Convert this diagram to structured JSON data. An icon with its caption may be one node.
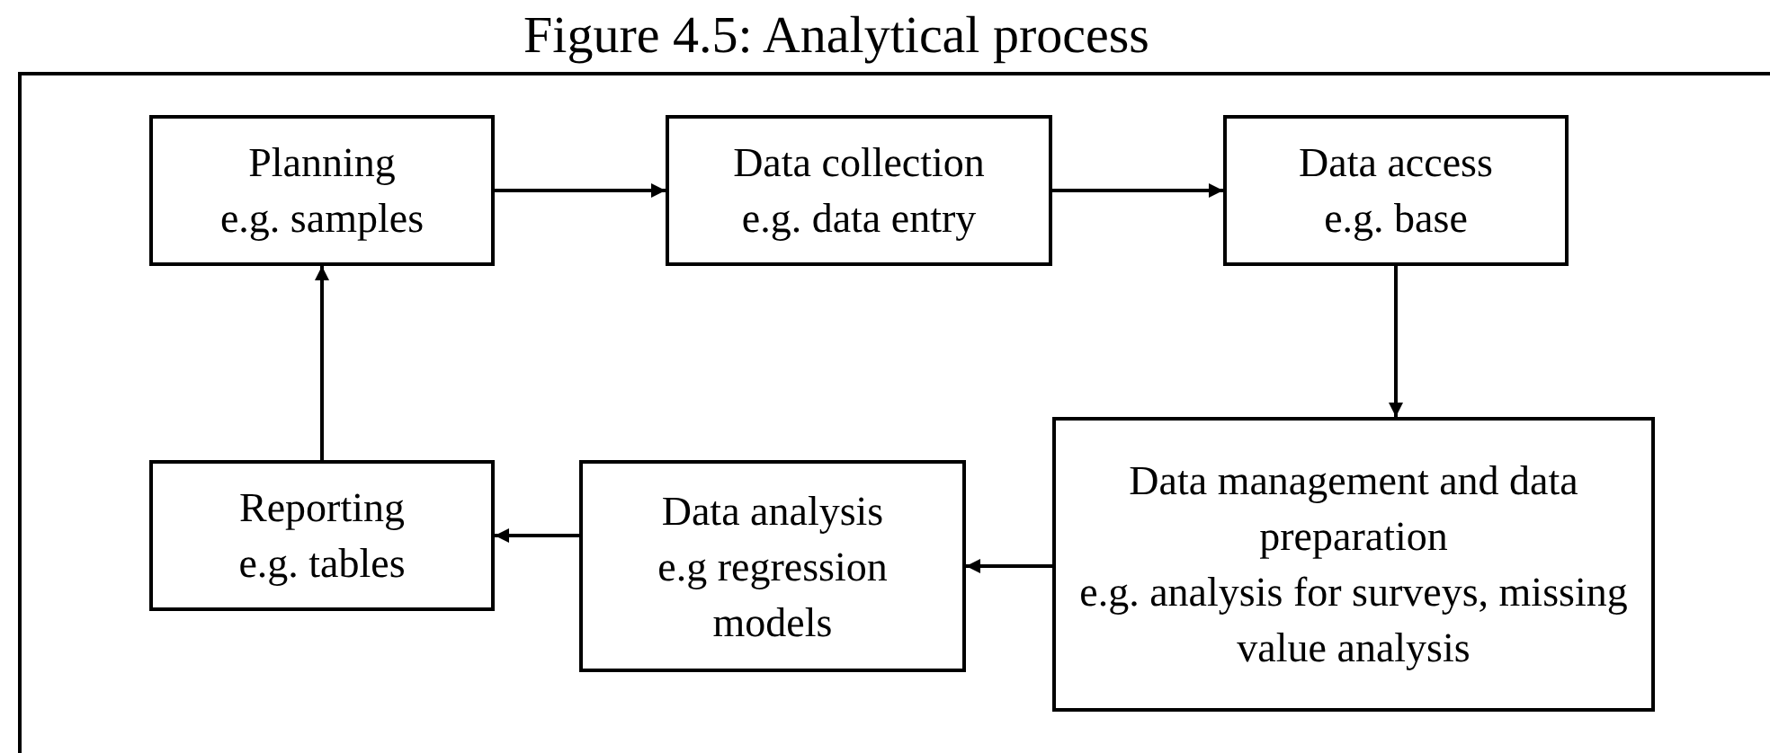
{
  "diagram": {
    "title": "Figure 4.5: Analytical process",
    "nodes": [
      {
        "text": [
          "Planning",
          "e.g. samples"
        ]
      },
      {
        "text": [
          "Data collection",
          "e.g. data entry"
        ]
      },
      {
        "text": [
          "Data access",
          "e.g. base"
        ]
      },
      {
        "text": [
          "Data management and data preparation",
          "e.g. analysis for surveys, missing value analysis"
        ]
      },
      {
        "text": [
          "Data analysis",
          "e.g regression models"
        ]
      },
      {
        "text": [
          "Reporting",
          "e.g. tables"
        ]
      }
    ],
    "edges": [
      {
        "from": 0,
        "to": 1,
        "arrow": "to"
      },
      {
        "from": 1,
        "to": 2,
        "arrow": "to"
      },
      {
        "from": 2,
        "to": 3,
        "arrow": "to"
      },
      {
        "from": 3,
        "to": 4,
        "arrow": "to"
      },
      {
        "from": 4,
        "to": 5,
        "arrow": "to"
      },
      {
        "from": 5,
        "to": 0,
        "arrow": "to"
      }
    ]
  }
}
